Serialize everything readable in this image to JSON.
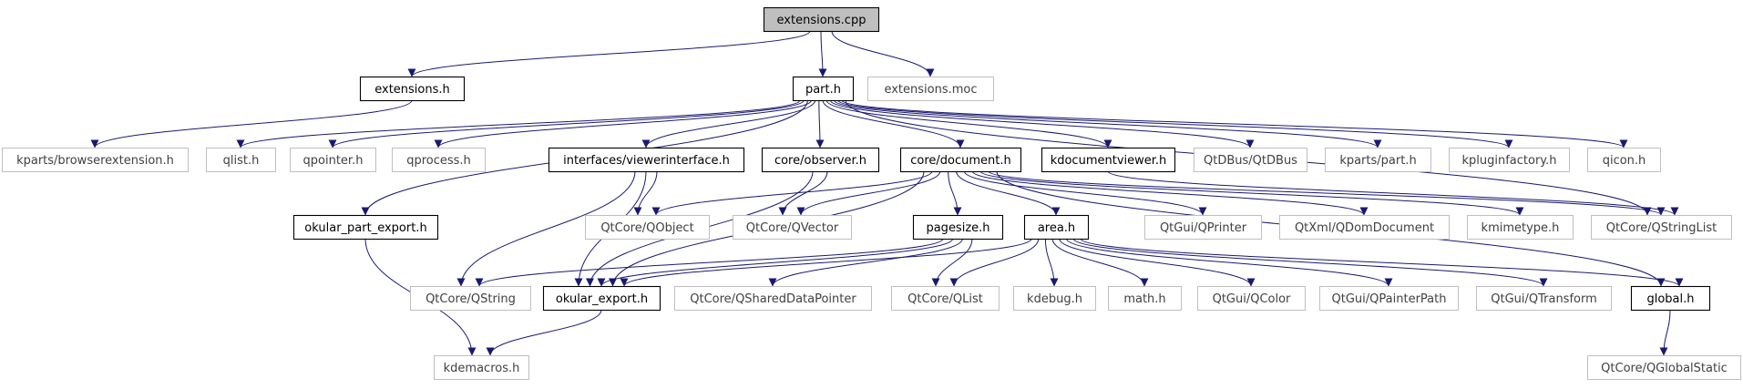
{
  "graph": {
    "nodes": [
      {
        "id": "extensions_cpp",
        "label": "extensions.cpp",
        "kind": "root"
      },
      {
        "id": "extensions_h",
        "label": "extensions.h",
        "kind": "internal"
      },
      {
        "id": "part_h",
        "label": "part.h",
        "kind": "internal"
      },
      {
        "id": "extensions_moc",
        "label": "extensions.moc",
        "kind": "external"
      },
      {
        "id": "kparts_browserextension_h",
        "label": "kparts/browserextension.h",
        "kind": "external"
      },
      {
        "id": "qlist_h",
        "label": "qlist.h",
        "kind": "external"
      },
      {
        "id": "qpointer_h",
        "label": "qpointer.h",
        "kind": "external"
      },
      {
        "id": "qprocess_h",
        "label": "qprocess.h",
        "kind": "external"
      },
      {
        "id": "interfaces_viewerinterface_h",
        "label": "interfaces/viewerinterface.h",
        "kind": "internal"
      },
      {
        "id": "core_observer_h",
        "label": "core/observer.h",
        "kind": "internal"
      },
      {
        "id": "core_document_h",
        "label": "core/document.h",
        "kind": "internal"
      },
      {
        "id": "kdocumentviewer_h",
        "label": "kdocumentviewer.h",
        "kind": "internal"
      },
      {
        "id": "qtdbus_qtdbus",
        "label": "QtDBus/QtDBus",
        "kind": "external"
      },
      {
        "id": "kparts_part_h",
        "label": "kparts/part.h",
        "kind": "external"
      },
      {
        "id": "kpluginfactory_h",
        "label": "kpluginfactory.h",
        "kind": "external"
      },
      {
        "id": "qicon_h",
        "label": "qicon.h",
        "kind": "external"
      },
      {
        "id": "okular_part_export_h",
        "label": "okular_part_export.h",
        "kind": "internal"
      },
      {
        "id": "qtcore_qobject",
        "label": "QtCore/QObject",
        "kind": "external"
      },
      {
        "id": "qtcore_qvector",
        "label": "QtCore/QVector",
        "kind": "external"
      },
      {
        "id": "pagesize_h",
        "label": "pagesize.h",
        "kind": "internal"
      },
      {
        "id": "area_h",
        "label": "area.h",
        "kind": "internal"
      },
      {
        "id": "qtgui_qprinter",
        "label": "QtGui/QPrinter",
        "kind": "external"
      },
      {
        "id": "qtxml_qdomdocument",
        "label": "QtXml/QDomDocument",
        "kind": "external"
      },
      {
        "id": "kmimetype_h",
        "label": "kmimetype.h",
        "kind": "external"
      },
      {
        "id": "qtcore_qstringlist",
        "label": "QtCore/QStringList",
        "kind": "external"
      },
      {
        "id": "qtcore_qstring",
        "label": "QtCore/QString",
        "kind": "external"
      },
      {
        "id": "okular_export_h",
        "label": "okular_export.h",
        "kind": "internal"
      },
      {
        "id": "qtcore_qshareddatapointer",
        "label": "QtCore/QSharedDataPointer",
        "kind": "external"
      },
      {
        "id": "qtcore_qlist",
        "label": "QtCore/QList",
        "kind": "external"
      },
      {
        "id": "kdebug_h",
        "label": "kdebug.h",
        "kind": "external"
      },
      {
        "id": "math_h",
        "label": "math.h",
        "kind": "external"
      },
      {
        "id": "qtgui_qcolor",
        "label": "QtGui/QColor",
        "kind": "external"
      },
      {
        "id": "qtgui_qpainterpath",
        "label": "QtGui/QPainterPath",
        "kind": "external"
      },
      {
        "id": "qtgui_qtransform",
        "label": "QtGui/QTransform",
        "kind": "external"
      },
      {
        "id": "global_h",
        "label": "global.h",
        "kind": "internal"
      },
      {
        "id": "kdemacros_h",
        "label": "kdemacros.h",
        "kind": "external"
      },
      {
        "id": "qtcore_qglobalstatic",
        "label": "QtCore/QGlobalStatic",
        "kind": "external"
      }
    ],
    "edges": [
      [
        "extensions_cpp",
        "extensions_h"
      ],
      [
        "extensions_cpp",
        "part_h"
      ],
      [
        "extensions_cpp",
        "extensions_moc"
      ],
      [
        "extensions_h",
        "kparts_browserextension_h"
      ],
      [
        "part_h",
        "qlist_h"
      ],
      [
        "part_h",
        "qpointer_h"
      ],
      [
        "part_h",
        "qprocess_h"
      ],
      [
        "part_h",
        "interfaces_viewerinterface_h"
      ],
      [
        "part_h",
        "core_observer_h"
      ],
      [
        "part_h",
        "core_document_h"
      ],
      [
        "part_h",
        "kdocumentviewer_h"
      ],
      [
        "part_h",
        "qtdbus_qtdbus"
      ],
      [
        "part_h",
        "kparts_part_h"
      ],
      [
        "part_h",
        "kpluginfactory_h"
      ],
      [
        "part_h",
        "qicon_h"
      ],
      [
        "part_h",
        "okular_part_export_h"
      ],
      [
        "part_h",
        "qtcore_qstringlist"
      ],
      [
        "interfaces_viewerinterface_h",
        "qtcore_qobject"
      ],
      [
        "interfaces_viewerinterface_h",
        "qtcore_qstring"
      ],
      [
        "interfaces_viewerinterface_h",
        "okular_export_h"
      ],
      [
        "core_observer_h",
        "qtcore_qvector"
      ],
      [
        "core_observer_h",
        "okular_export_h"
      ],
      [
        "core_document_h",
        "qtcore_qobject"
      ],
      [
        "core_document_h",
        "qtcore_qvector"
      ],
      [
        "core_document_h",
        "pagesize_h"
      ],
      [
        "core_document_h",
        "area_h"
      ],
      [
        "core_document_h",
        "qtgui_qprinter"
      ],
      [
        "core_document_h",
        "qtxml_qdomdocument"
      ],
      [
        "core_document_h",
        "kmimetype_h"
      ],
      [
        "core_document_h",
        "qtcore_qstringlist"
      ],
      [
        "core_document_h",
        "okular_export_h"
      ],
      [
        "core_document_h",
        "global_h"
      ],
      [
        "kdocumentviewer_h",
        "qtcore_qstringlist"
      ],
      [
        "okular_part_export_h",
        "kdemacros_h"
      ],
      [
        "pagesize_h",
        "qtcore_qstring"
      ],
      [
        "pagesize_h",
        "okular_export_h"
      ],
      [
        "pagesize_h",
        "qtcore_qshareddatapointer"
      ],
      [
        "pagesize_h",
        "qtcore_qlist"
      ],
      [
        "area_h",
        "qtcore_qlist"
      ],
      [
        "area_h",
        "kdebug_h"
      ],
      [
        "area_h",
        "math_h"
      ],
      [
        "area_h",
        "qtgui_qcolor"
      ],
      [
        "area_h",
        "qtgui_qpainterpath"
      ],
      [
        "area_h",
        "qtgui_qtransform"
      ],
      [
        "area_h",
        "global_h"
      ],
      [
        "area_h",
        "okular_export_h"
      ],
      [
        "okular_export_h",
        "kdemacros_h"
      ],
      [
        "global_h",
        "qtcore_qglobalstatic"
      ]
    ]
  },
  "colors": {
    "edge": "#191970",
    "root_fill": "#bfbfbf",
    "internal_border": "#000000",
    "external_border": "#bfbfbf"
  }
}
